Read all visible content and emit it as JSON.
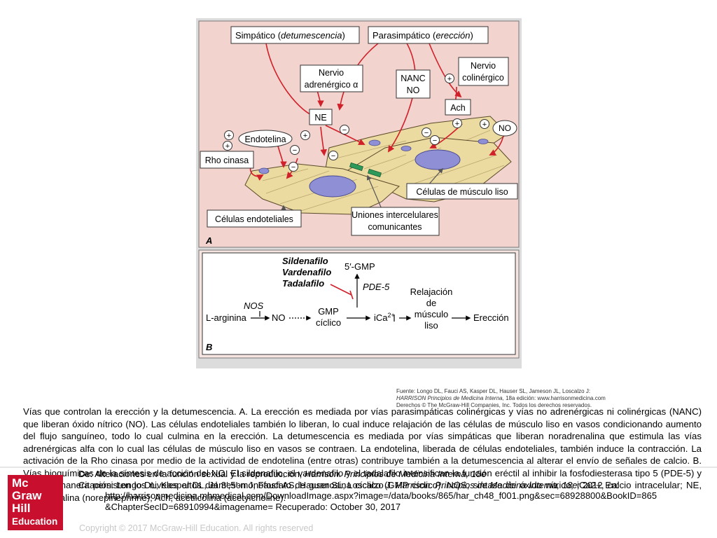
{
  "panel_a": {
    "sympathetic": "Simpático (detumescencia)",
    "parasympathetic": "Parasimpático (erección)",
    "adrenergic_nerve": [
      "Nervio",
      "adrenérgico α"
    ],
    "nanc_no": [
      "NANC",
      "NO"
    ],
    "cholinergic_nerve": [
      "Nervio",
      "colinérgico"
    ],
    "ne": "NE",
    "ach": "Ach",
    "no": "NO",
    "endothelin": "Endotelina",
    "rho_kinase": "Rho cinasa",
    "smooth_muscle_cells": "Células de músculo liso",
    "endothelial_cells": "Células endoteliales",
    "gap_junctions": [
      "Uniones intercelulares",
      "comunicantes"
    ],
    "panel_letter": "A",
    "plus": "+",
    "minus": "−"
  },
  "panel_b": {
    "drugs": [
      "Sildenafilo",
      "Vardenafilo",
      "Tadalafilo"
    ],
    "gmp5": "5′-GMP",
    "pde5": "PDE-5",
    "nos": "NOS",
    "l_arginine": "L-arginina",
    "no": "NO",
    "cgmp": [
      "GMP",
      "cíclico"
    ],
    "ica": "iCa",
    "ica_sup": "2+",
    "relaxation": [
      "Relajación",
      "de",
      "músculo",
      "liso"
    ],
    "erection": "Erección",
    "panel_letter": "B"
  },
  "source": {
    "line1": "Fuente: Longo DL, Fauci AS, Kasper DL, Hauser SL, Jameson JL, Loscalzo J:",
    "line2_italic": "HARRISON Principios de Medicina Interna,",
    "line2_rest": " 18a edición: www.harrisonmedicina.com",
    "line3": "Derechos © The McGraw-Hill Companies, Inc. Todos los derechos reservados."
  },
  "caption": "Vías que controlan la erección y la detumescencia. A. La erección es mediada por vías parasimpáticas colinérgicas y vías no adrenérgicas ni colinérgicas (NANC) que liberan óxido nítrico (NO). Las células endoteliales también lo liberan, lo cual induce relajación de las células de músculo liso en vasos condicionando aumento del flujo sanguíneo, todo lo cual culmina en la erección. La detumescencia es mediada por vías simpáticas que liberan noradrenalina que estimula las vías adrenérgicas alfa con lo cual las células de músculo liso en vasos se contraen. La endotelina, liberada de células endoteliales, también induce la contracción. La activación de la Rho cinasa por medio de la actividad de endotelina (entre otras) contribuye también a la detumescencia al alterar el envío de señales de calcio. B. Vías bioquímicas de la síntesis de acción del NO. El sildenafilo, el vardenafilo y el tadalafilo intensifican la función eréctil al inhibir la fosfodiesterasa tipo 5 (PDE-5) y de esta manera persisten los niveles altos del 3′,5′-monofosfato de guanosina cíclico (GMP cíclico). NOS, sintasa de óxido nítrico; iCa2+, calcio intracelular; NE, noradrenalina (norepinephrine); Ach, acetilcolina (acetylcholine).",
  "citation": {
    "prefix": "De: Alteraciones en la función sexual y la reproducción, ",
    "book": "Harrison. Principios de Medicina Interna, 18e",
    "line2_a": "Citación: Longo DL, Kasper DL, Jameson J, Fauci AS, Hauser SL, Loscalzo J. ",
    "line2_b": "Harrison. Principios de Medicina Interna, 18e;",
    "line2_c": " 2012 En:",
    "line3": "http://harrisonmedicina.mhmedical.com/DownloadImage.aspx?image=/data/books/865/har_ch48_f001.png&sec=68928800&BookID=865",
    "line4": "&ChapterSecID=68910994&imagename= Recuperado: October 30, 2017"
  },
  "logo": [
    "Mc",
    "Graw",
    "Hill",
    "Education"
  ],
  "copyright": "Copyright © 2017 McGraw-Hill Education. All rights reserved",
  "colors": {
    "panel_a_bg": "#f2d3cd",
    "cell_fill": "#ecdba0",
    "nucleus": "#8f8fd6",
    "arrow": "#d0202a",
    "gap_junction": "#2e9a5a",
    "logo_red": "#c8102e"
  }
}
